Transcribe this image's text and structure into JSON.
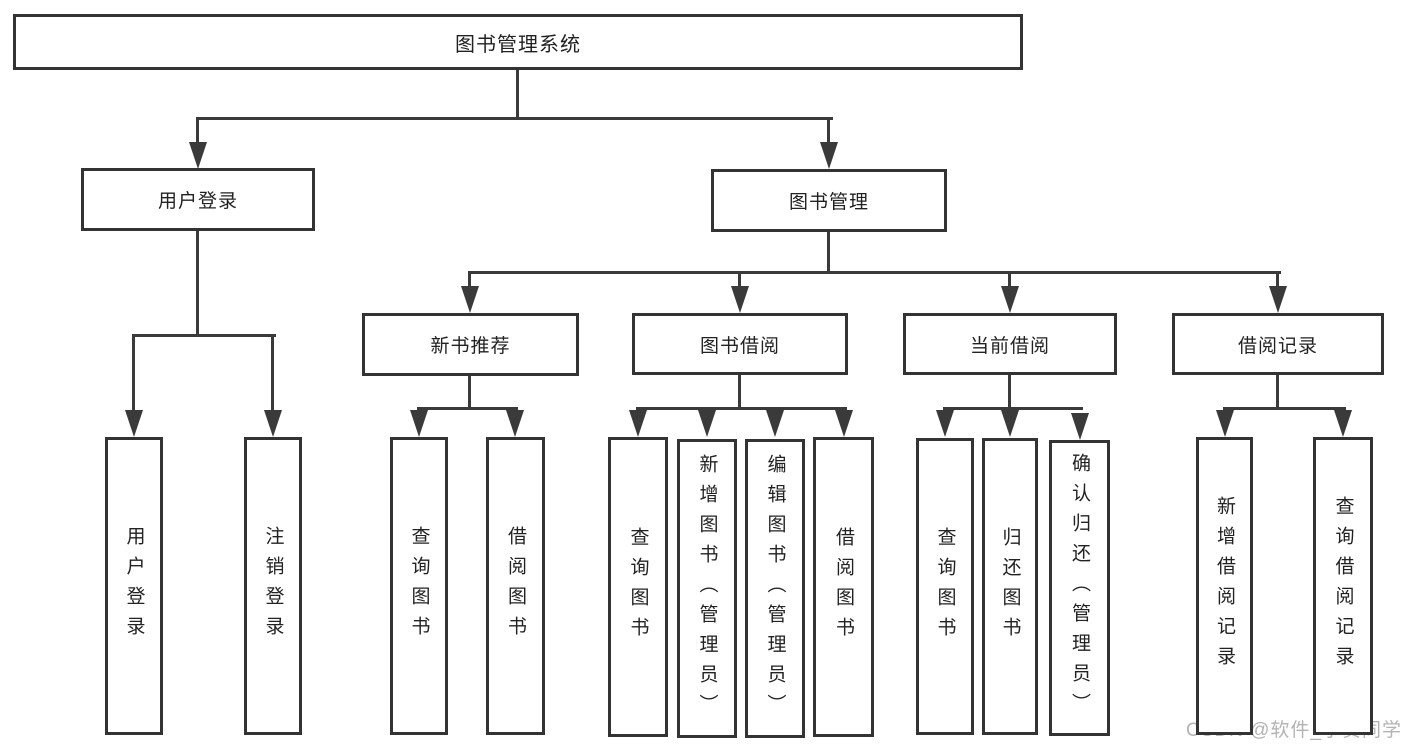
{
  "diagram": {
    "nodes": [
      {
        "id": "root",
        "label": "图书管理系统",
        "level": 1
      },
      {
        "id": "user-login",
        "label": "用户登录",
        "level": 2
      },
      {
        "id": "book-mgmt",
        "label": "图书管理",
        "level": 2
      },
      {
        "id": "new-book-rec",
        "label": "新书推荐",
        "level": 3
      },
      {
        "id": "book-borrow",
        "label": "图书借阅",
        "level": 3
      },
      {
        "id": "current-borrow",
        "label": "当前借阅",
        "level": 3
      },
      {
        "id": "borrow-records",
        "label": "借阅记录",
        "level": 3
      },
      {
        "id": "user-login-leaf",
        "label": "用户登录",
        "level": 4
      },
      {
        "id": "logout",
        "label": "注销登录",
        "level": 4
      },
      {
        "id": "query-book-rec",
        "label": "查询图书",
        "level": 4
      },
      {
        "id": "borrow-book-rec",
        "label": "借阅图书",
        "level": 4
      },
      {
        "id": "query-book-borrow",
        "label": "查询图书",
        "level": 4
      },
      {
        "id": "add-book-admin",
        "label": "新增图书（管理员）",
        "level": 4
      },
      {
        "id": "edit-book-admin",
        "label": "编辑图书（管理员）",
        "level": 4
      },
      {
        "id": "borrow-book-borrow",
        "label": "借阅图书",
        "level": 4
      },
      {
        "id": "query-book-current",
        "label": "查询图书",
        "level": 4
      },
      {
        "id": "return-book",
        "label": "归还图书",
        "level": 4
      },
      {
        "id": "confirm-return-admin",
        "label": "确认归还（管理员）",
        "level": 4
      },
      {
        "id": "add-borrow-record",
        "label": "新增借阅记录",
        "level": 4
      },
      {
        "id": "query-borrow-record",
        "label": "查询借阅记录",
        "level": 4
      }
    ],
    "edges": [
      [
        "root",
        "user-login"
      ],
      [
        "root",
        "book-mgmt"
      ],
      [
        "user-login",
        "user-login-leaf"
      ],
      [
        "user-login",
        "logout"
      ],
      [
        "book-mgmt",
        "new-book-rec"
      ],
      [
        "book-mgmt",
        "book-borrow"
      ],
      [
        "book-mgmt",
        "current-borrow"
      ],
      [
        "book-mgmt",
        "borrow-records"
      ],
      [
        "new-book-rec",
        "query-book-rec"
      ],
      [
        "new-book-rec",
        "borrow-book-rec"
      ],
      [
        "book-borrow",
        "query-book-borrow"
      ],
      [
        "book-borrow",
        "add-book-admin"
      ],
      [
        "book-borrow",
        "edit-book-admin"
      ],
      [
        "book-borrow",
        "borrow-book-borrow"
      ],
      [
        "current-borrow",
        "query-book-current"
      ],
      [
        "current-borrow",
        "return-book"
      ],
      [
        "current-borrow",
        "confirm-return-admin"
      ],
      [
        "borrow-records",
        "add-borrow-record"
      ],
      [
        "borrow-records",
        "query-borrow-record"
      ]
    ]
  },
  "watermark": {
    "text": "CSDN @软件_小贺同学"
  },
  "colors": {
    "line": "#3a3a3a",
    "border": "#333333",
    "text": "#222222",
    "watermark": "#b3b3b3",
    "background": "#ffffff"
  }
}
